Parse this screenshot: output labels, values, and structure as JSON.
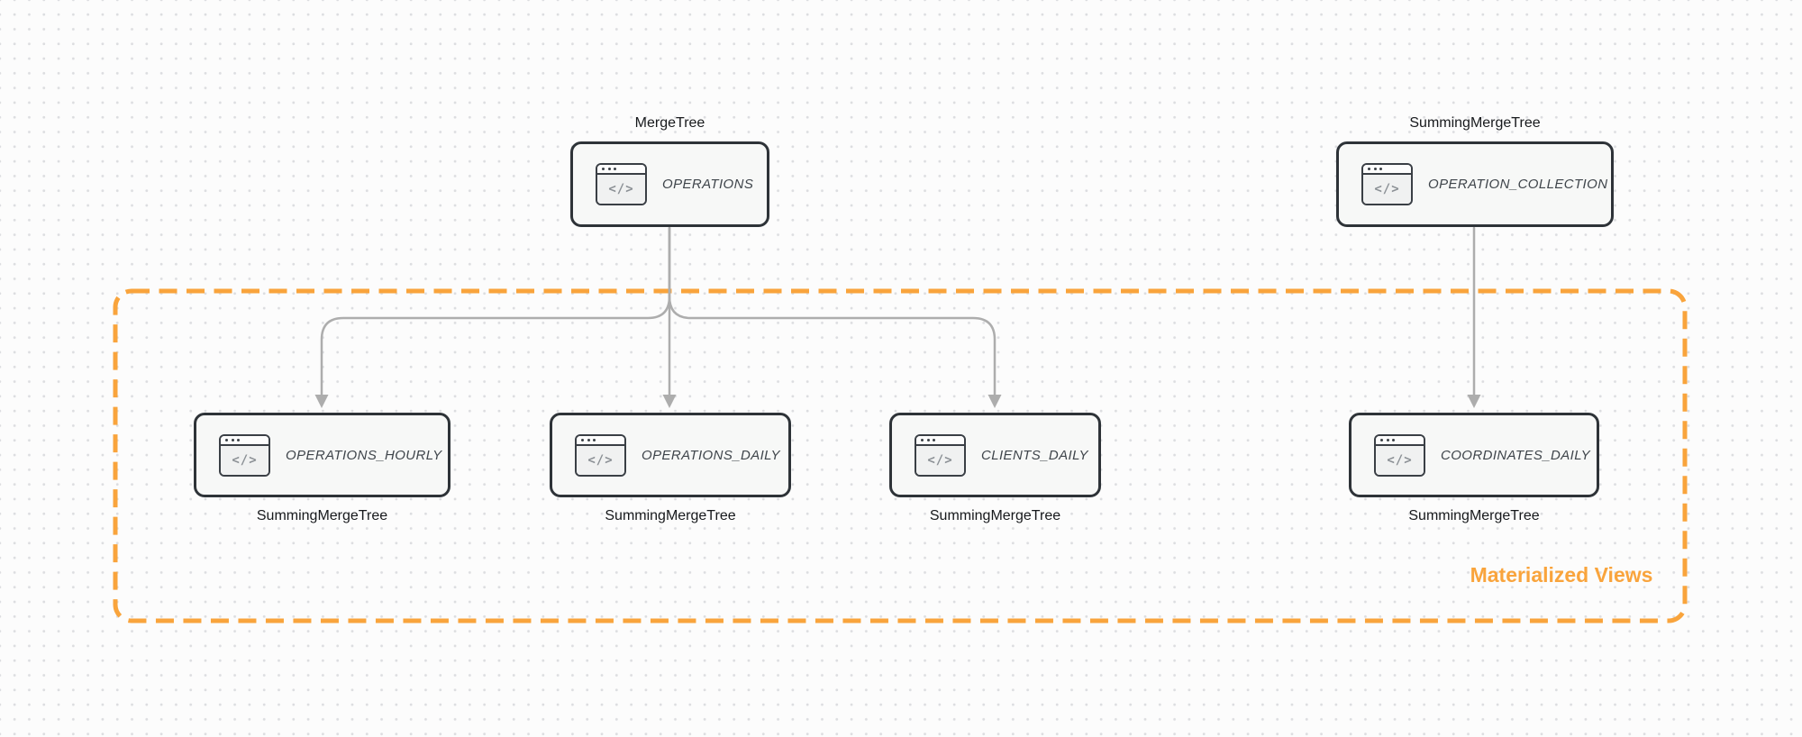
{
  "diagram": {
    "group_label": "Materialized Views",
    "icon": {
      "name": "code-window-icon",
      "glyph": "</>"
    },
    "colors": {
      "accent_orange": "#F9A43C",
      "edge_gray": "#ADADAD",
      "node_border": "#2E3338",
      "node_background": "#F7F8F7",
      "node_text": "#3F454B",
      "engine_label_text": "#17191C",
      "canvas_background": "#FCFCFC",
      "canvas_dot": "#DCDDE0"
    },
    "nodes": [
      {
        "id": "operations",
        "title": "OPERATIONS",
        "engine": "MergeTree"
      },
      {
        "id": "operation-collection",
        "title": "OPERATION_COLLECTION",
        "engine": "SummingMergeTree"
      },
      {
        "id": "operations-hourly",
        "title": "OPERATIONS_HOURLY",
        "engine": "SummingMergeTree"
      },
      {
        "id": "operations-daily",
        "title": "OPERATIONS_DAILY",
        "engine": "SummingMergeTree"
      },
      {
        "id": "clients-daily",
        "title": "CLIENTS_DAILY",
        "engine": "SummingMergeTree"
      },
      {
        "id": "coordinates-daily",
        "title": "COORDINATES_DAILY",
        "engine": "SummingMergeTree"
      }
    ],
    "edges": [
      {
        "from": "operations",
        "to": "operations-hourly"
      },
      {
        "from": "operations",
        "to": "operations-daily"
      },
      {
        "from": "operations",
        "to": "clients-daily"
      },
      {
        "from": "operation-collection",
        "to": "coordinates-daily"
      }
    ]
  }
}
